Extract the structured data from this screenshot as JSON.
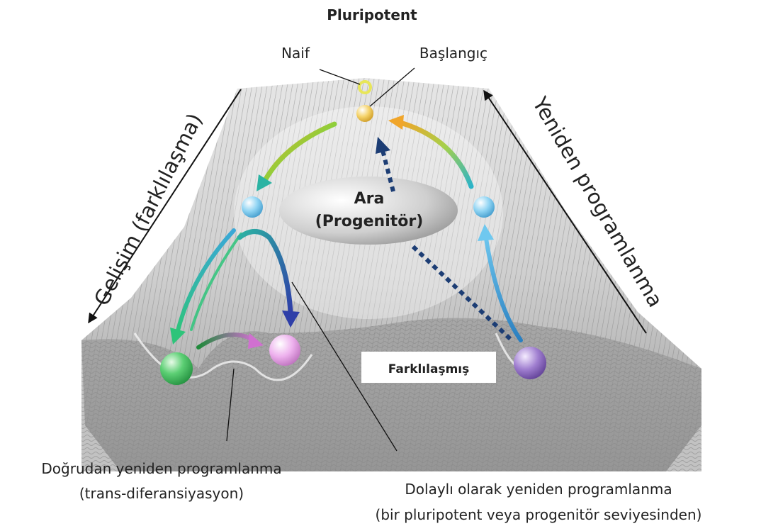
{
  "labels": {
    "top_title": "Pluripotent",
    "naive": "Naif",
    "primed": "Başlangıç",
    "left_axis": "Gelişim (farklılaşma)",
    "right_axis": "Yeniden programlanma",
    "intermediate_line1": "Ara",
    "intermediate_line2": "(Progenitör)",
    "differentiated": "Farklılaşmış",
    "direct_line1": "Doğrudan yeniden programlanma",
    "direct_line2": "(trans-diferansiyasyon)",
    "indirect_line1": "Dolaylı olarak yeniden programlanma",
    "indirect_line2": "(bir pluripotent veya progenitör seviyesinden)"
  },
  "colors": {
    "green_cell": "#4cc46a",
    "pink_cell": "#e9a6e9",
    "purple_cell": "#9a72c8",
    "blue_cell": "#7cc9ee",
    "yellow_cell": "#f1c955",
    "naive_ring": "#e8e65a",
    "arrow_orange": "#f0a52a",
    "arrow_teal": "#2bb3a3",
    "arrow_blue": "#2f4ea8",
    "arrow_magenta": "#c060c0",
    "dotted_navy": "#1c3d74",
    "landscape": "#b4b4b4"
  }
}
